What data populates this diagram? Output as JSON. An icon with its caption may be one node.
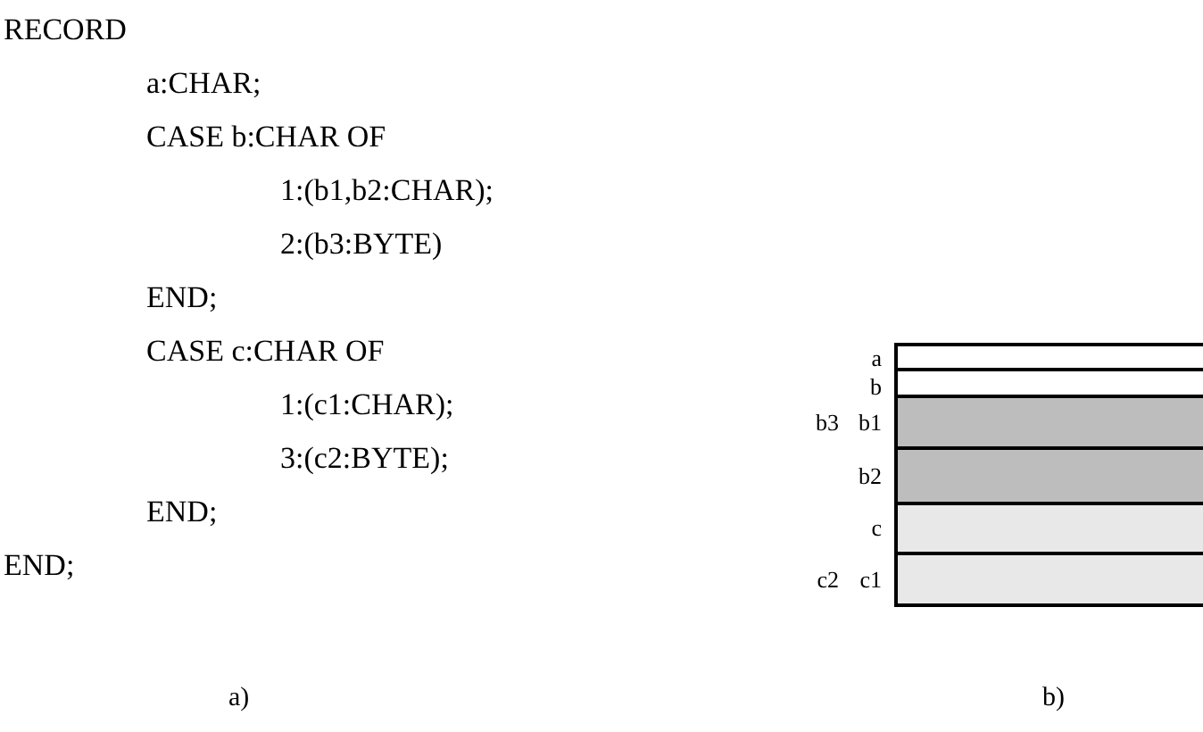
{
  "diagram": {
    "labels": [
      "RECORD",
      "a:CHAR;",
      "CASE b:CHAR OF",
      "1:(b1,b2:CHAR);",
      "2:(b3:BYTE)",
      "END;",
      "CASE c:CHAR OF",
      "1:(c1:CHAR);",
      "3:(c2:BYTE);",
      "END;",
      "END;",
      "a",
      "b",
      "b3",
      "b1",
      "b2",
      "c",
      "c2",
      "c1",
      "a)",
      "b)"
    ]
  }
}
